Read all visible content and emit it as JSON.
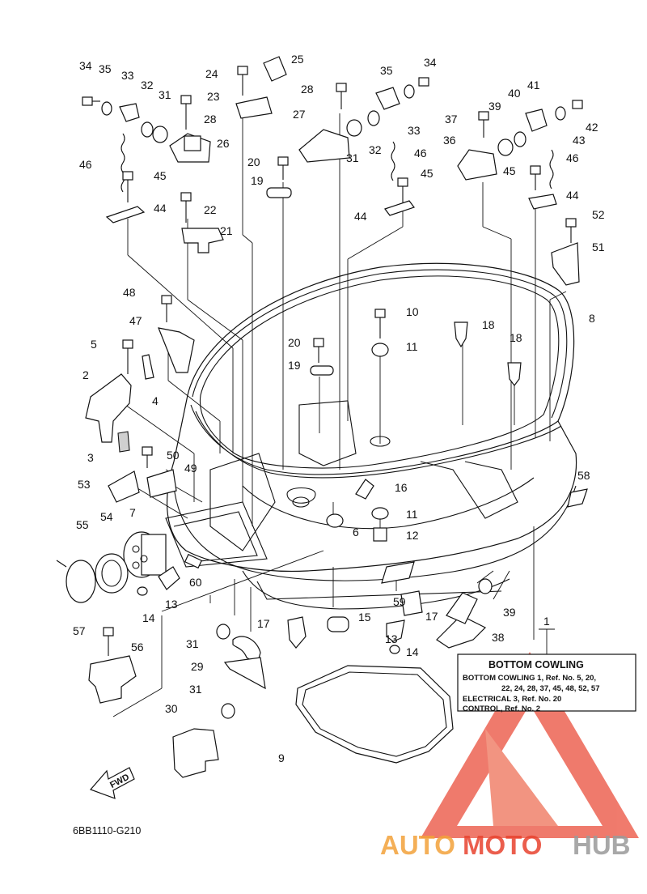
{
  "diagram": {
    "drawing_code": "6BB1110-G210",
    "fwd_label": "FWD",
    "callouts": [
      "34",
      "35",
      "33",
      "32",
      "31",
      "28",
      "26",
      "46",
      "45",
      "44",
      "22",
      "21",
      "24",
      "23",
      "25",
      "20",
      "19",
      "27",
      "31",
      "32",
      "28",
      "35",
      "34",
      "33",
      "46",
      "45",
      "44",
      "37",
      "39",
      "40",
      "41",
      "42",
      "43",
      "36",
      "46",
      "45",
      "44",
      "52",
      "51",
      "48",
      "47",
      "5",
      "4",
      "2",
      "3",
      "20",
      "19",
      "10",
      "11",
      "18",
      "18",
      "8",
      "50",
      "49",
      "53",
      "16",
      "11",
      "12",
      "6",
      "7",
      "54",
      "55",
      "60",
      "13",
      "14",
      "58",
      "1",
      "59",
      "17",
      "13",
      "14",
      "39",
      "38",
      "15",
      "17",
      "57",
      "56",
      "31",
      "29",
      "31",
      "30",
      "9"
    ],
    "legend_box": {
      "title": "BOTTOM COWLING",
      "rows": [
        "BOTTOM COWLING 1,  Ref. No. 5, 20,",
        "22, 24, 28, 37, 45, 48, 52, 57",
        "ELECTRICAL 3,  Ref. No. 20",
        "CONTROL,  Ref. No. 2"
      ]
    }
  },
  "watermark": {
    "part1": "AUTO",
    "part2": "MOTO",
    "part3": "HUB",
    "color_primary": "#e8432f",
    "color_secondary": "#f3a23a",
    "color_dark": "#9a9a9a"
  }
}
